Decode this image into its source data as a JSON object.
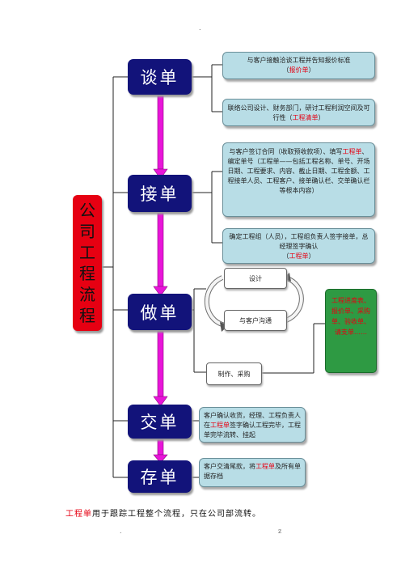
{
  "main_title_chars": [
    "公",
    "司",
    "工",
    "程",
    "流",
    "程"
  ],
  "stages": {
    "tan": "谈单",
    "jie": "接单",
    "zuo": "做单",
    "jiao": "交单",
    "cun": "存单"
  },
  "notes": {
    "tan1": {
      "before": "与客户接触洽谈工程并告知报价标准",
      "open": "（",
      "red": "报价单",
      "close": "）"
    },
    "tan2": {
      "before": "联络公司设计、财务部门，研讨工程利润空间及可行性（",
      "red": "工程清单",
      "after": "）"
    },
    "jie1": {
      "before": "与客户签订合同（收取预收款项）、填写",
      "red": "工程单",
      "after": "、编定单号（工程单——包括工程名称、单号、开场日期、工程要求、内容、截止日期、工程金额、工程接单人员、工程客户、接单确认栏、交单确认栏等根本内容）"
    },
    "jie2": {
      "before": "确定工程组（人员），工程组负责人签字接单，总经理签字确认",
      "open": "（",
      "red": "工程单",
      "close": "）"
    },
    "jiao1": {
      "before": "客户确认收货，经理、工程负责人在",
      "red": "工程单",
      "after": "签字确认工程完毕，工程单完毕流转、挂起"
    },
    "cun1": {
      "before": "客户交清尾款，将",
      "red": "工程单",
      "after": "及所有单据存档"
    }
  },
  "cycle": {
    "design": "设计",
    "communicate": "与客户沟通",
    "produce": "制作、采购"
  },
  "green_box": "工程进度表、报价单、采购单、验收单、请支单……",
  "footer": {
    "red": "工程单",
    "rest": "用于跟踪工程整个流程，只在公司部流转。"
  },
  "marks": {
    "top": ".",
    "bottom_left": ".",
    "bottom_right": "z"
  },
  "colors": {
    "stage_fill": "#12137a",
    "main_fill": "#e60012",
    "note_fill": "#b8dde6",
    "arrow": "#e815d8",
    "green": "#2e9a43"
  }
}
